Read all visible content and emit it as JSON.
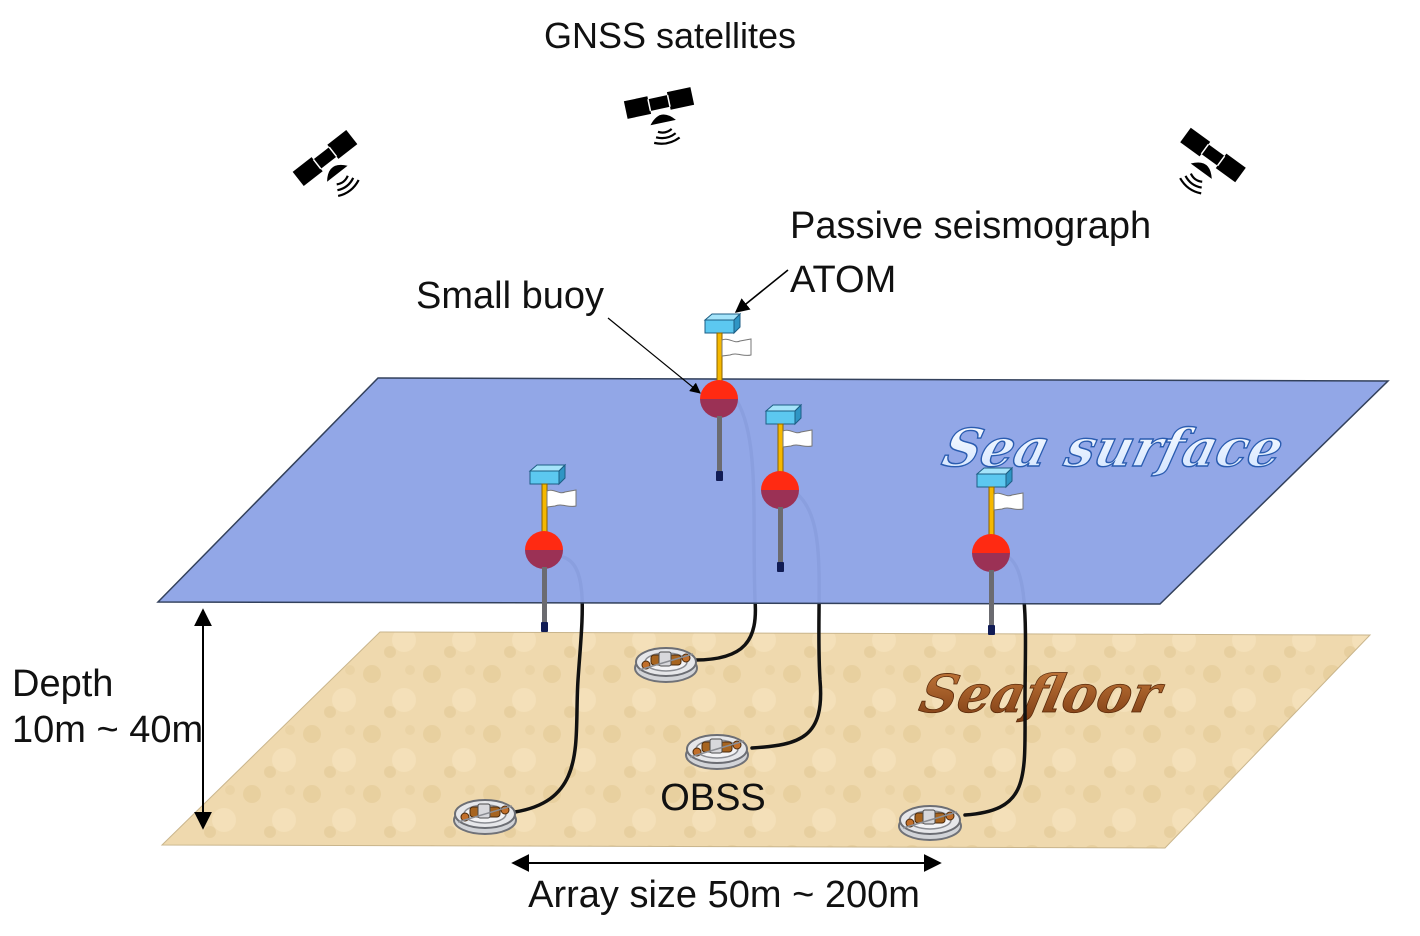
{
  "labels": {
    "gnss": "GNSS satellites",
    "passive_line1": "Passive seismograph",
    "passive_line2": "ATOM",
    "small_buoy": "Small buoy",
    "depth_line1": "Depth",
    "depth_line2": "10m ~ 40m",
    "obss": "OBSS",
    "array_size": "Array size 50m ~ 200m"
  },
  "layers": {
    "sea_surface": "Sea surface",
    "seafloor": "Seafloor"
  },
  "colors": {
    "sea": "#8ea4e6",
    "sea_edge": "#33415c",
    "sand": "#edd8ae",
    "buoy_top": "#ff2a12",
    "buoy_bottom": "#9b3155",
    "antenna_box": "#5cc8f0",
    "mast": "#f5b800",
    "cable": "#111111",
    "sea_text": "#3d73c8",
    "floor_text": "#8a4a1c"
  },
  "icons": [
    "satellite-icon",
    "buoy-icon",
    "seismograph-icon",
    "flag-icon",
    "antenna-icon"
  ]
}
